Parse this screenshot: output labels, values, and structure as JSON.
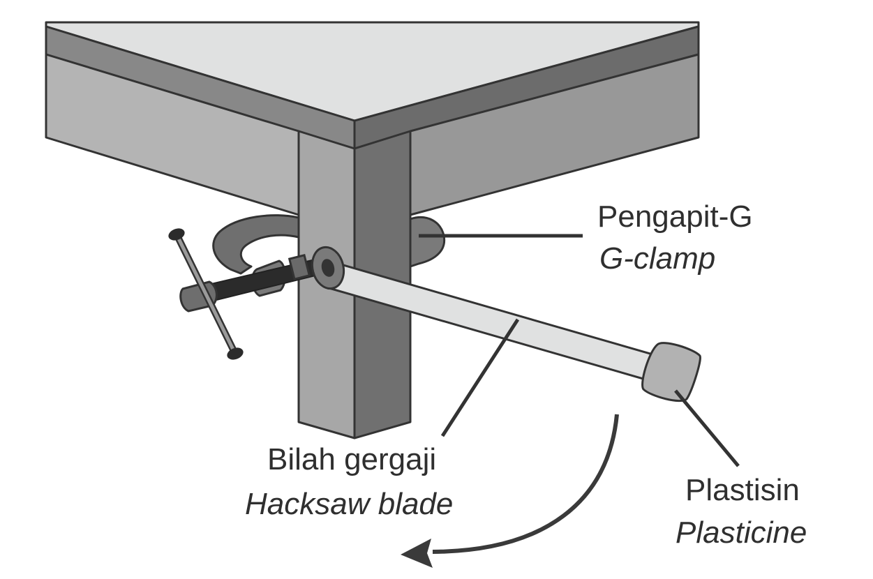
{
  "labels": {
    "g_clamp": {
      "malay": "Pengapit-G",
      "english": "G-clamp"
    },
    "hacksaw_blade": {
      "malay": "Bilah gergaji",
      "english": "Hacksaw blade"
    },
    "plasticine": {
      "malay": "Plastisin",
      "english": "Plasticine"
    }
  }
}
